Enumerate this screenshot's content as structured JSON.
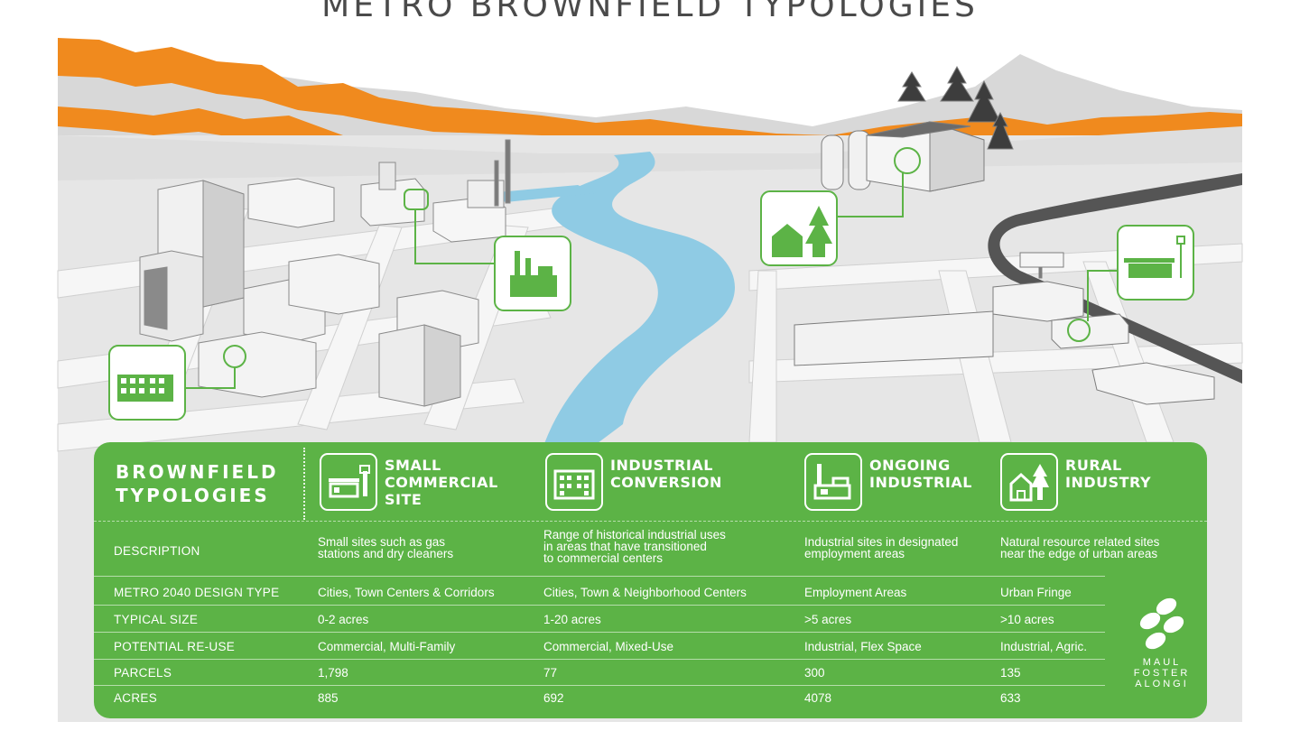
{
  "title": "METRO BROWNFIELD TYPOLOGIES",
  "panel": {
    "heading": "BROWNFIELD\nTYPOLOGIES",
    "columns": [
      {
        "label": "SMALL\nCOMMERCIAL\nSITE",
        "icon": "gas-station-icon"
      },
      {
        "label": "INDUSTRIAL\nCONVERSION",
        "icon": "mid-rise-building-icon"
      },
      {
        "label": "ONGOING\nINDUSTRIAL",
        "icon": "factory-icon"
      },
      {
        "label": "RURAL\nINDUSTRY",
        "icon": "barn-trees-icon"
      }
    ],
    "rows": [
      {
        "label": "DESCRIPTION",
        "cells": [
          "Small sites such as gas\nstations and dry cleaners",
          "Range of historical industrial uses\nin areas that have transitioned\nto commercial centers",
          "Industrial sites in designated\nemployment areas",
          "Natural resource related sites\nnear the edge of urban areas"
        ]
      },
      {
        "label": "METRO 2040 DESIGN TYPE",
        "cells": [
          "Cities, Town Centers & Corridors",
          "Cities, Town & Neighborhood Centers",
          "Employment Areas",
          "Urban Fringe"
        ]
      },
      {
        "label": "TYPICAL SIZE",
        "cells": [
          "0-2 acres",
          "1-20 acres",
          ">5 acres",
          ">10 acres"
        ]
      },
      {
        "label": "POTENTIAL RE-USE",
        "cells": [
          "Commercial, Multi-Family",
          "Commercial, Mixed-Use",
          "Industrial, Flex Space",
          "Industrial, Agric."
        ]
      },
      {
        "label": "PARCELS",
        "cells": [
          "1,798",
          "77",
          "300",
          "135"
        ]
      },
      {
        "label": "ACRES",
        "cells": [
          "885",
          "692",
          "4078",
          "633"
        ]
      }
    ]
  },
  "logo": {
    "text": "MAUL\nFOSTER\nALONGI"
  },
  "colors": {
    "green": "#5cb346",
    "orange": "#f08a1e",
    "river": "#8fcbe4",
    "ground": "#e4e4e4",
    "road": "#f4f4f4"
  }
}
